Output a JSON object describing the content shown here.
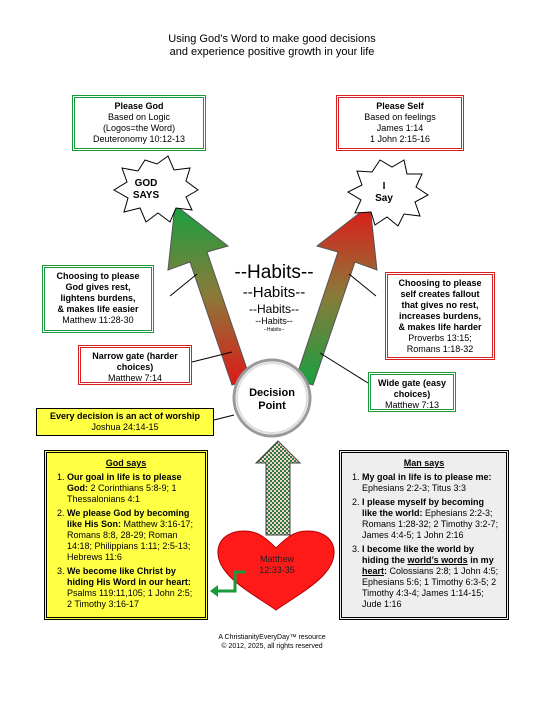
{
  "header": {
    "line1": "Using God’s Word to make good decisions",
    "line2": "and experience positive growth in your life"
  },
  "please_god": {
    "title": "Please God",
    "l1": "Based on Logic",
    "l2": "(Logos=the Word)",
    "l3": "Deuteronomy 10:12-13"
  },
  "please_self": {
    "title": "Please Self",
    "l1": "Based on feelings",
    "l2": "James 1:14",
    "l3": "1 John 2:15-16"
  },
  "god_says_burst": {
    "l1": "GOD",
    "l2": "SAYS"
  },
  "i_say_burst": {
    "l1": "I",
    "l2": "Say"
  },
  "choose_god": {
    "l1": "Choosing to please",
    "l2": "God gives rest,",
    "l3": "lightens burdens,",
    "l4": "& makes life easier",
    "ref": "Matthew 11:28-30"
  },
  "choose_self": {
    "l1": "Choosing to please",
    "l2": "self creates fallout",
    "l3": "that gives no rest,",
    "l4": "increases burdens,",
    "l5": "& makes life harder",
    "ref1": "Proverbs 13:15;",
    "ref2": "Romans 1:18-32"
  },
  "habits": {
    "h1": "--Habits--",
    "h2": "--Habits--",
    "h3": "--Habits--",
    "h4": "--Habits--",
    "h5": "--Habits--"
  },
  "narrow_gate": {
    "l1": "Narrow gate (harder",
    "l2": "choices)",
    "ref": "Matthew 7:14"
  },
  "wide_gate": {
    "l1": "Wide gate (easy",
    "l2": "choices)",
    "ref": "Matthew 7:13"
  },
  "decision_point": {
    "l1": "Decision",
    "l2": "Point"
  },
  "worship": {
    "l1": "Every decision is an act of worship",
    "ref": "Joshua 24:14-15"
  },
  "heart": {
    "l1": "Matthew",
    "l2": "12:33-35"
  },
  "god_says_panel": {
    "title": "God says",
    "items": [
      {
        "bold": "Our goal in life is to please God:",
        "rest": " 2 Corinthians 5:8-9; 1 Thessalonians 4:1"
      },
      {
        "bold": "We please God by becoming like His Son:",
        "rest": " Matthew 3:16-17; Romans 8:8, 28-29; Roman 14:18; Philippians 1:11; 2:5-13; Hebrews 11:6"
      },
      {
        "bold": "We become like Christ by hiding His Word in our heart:",
        "rest": " Psalms 119:11,105; 1 John 2:5; 2 Timothy 3:16-17"
      }
    ]
  },
  "man_says_panel": {
    "title": "Man says",
    "items": [
      {
        "bold": "My goal in life is to please me:",
        "rest": " Ephesians 2:2-3; Titus 3:3"
      },
      {
        "bold": "I please myself by becoming like the world:",
        "rest": " Ephesians 2:2-3; Romans 1:28-32; 2 Timothy 3:2-7; James 4:4-5; 1 John 2:16"
      },
      {
        "bold1": "I become like the world by hiding the ",
        "under1": "world’s words",
        "bold2": " in my ",
        "under2": "heart",
        "bold3": ":",
        "rest": " Colossians 2:8; 1 John 4:5; Ephesians 5:6; 1 Timothy 6:3-5; 2 Timothy 4:3-4; James 1:14-15; Jude 1:16"
      }
    ]
  },
  "footer": {
    "l1": "A ChristianityEveryDay™ resource",
    "l2": "© 2012, 2025, all rights reserved"
  },
  "colors": {
    "green": "#1a9a3a",
    "red": "#d42020",
    "yellow": "#ffff44",
    "gray_panel": "#eeeeee"
  }
}
